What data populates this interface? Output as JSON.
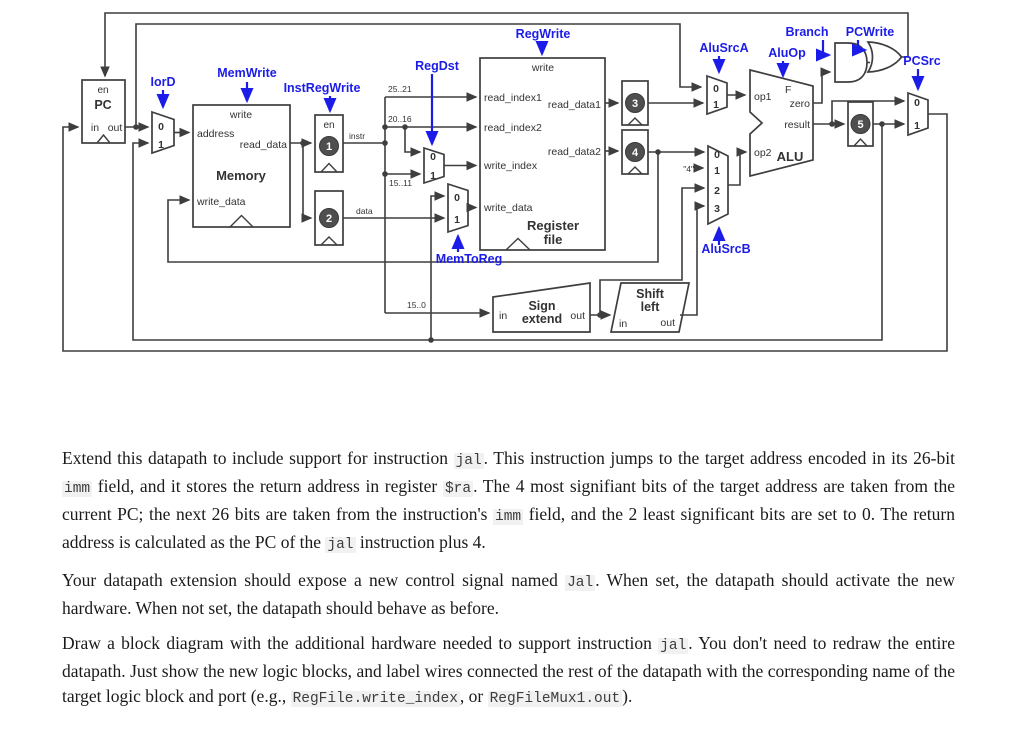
{
  "colors": {
    "control_blue": "#1c1ce8",
    "wire_gray": "#3e3e3e",
    "code_bg": "#f1f1f1"
  },
  "diagram": {
    "mux": {
      "n0": "0",
      "n1": "1",
      "n2": "2",
      "n3": "3"
    },
    "pc": {
      "en": "en",
      "title": "PC",
      "in": "in",
      "out": "out"
    },
    "ctrl": {
      "iord": "IorD",
      "memwrite": "MemWrite",
      "instregwrite": "InstRegWrite",
      "regdst": "RegDst",
      "regwrite": "RegWrite",
      "memtoreg": "MemToReg",
      "alusrca": "AluSrcA",
      "aluop": "AluOp",
      "alusrcb": "AluSrcB",
      "branch": "Branch",
      "pcwrite": "PCWrite",
      "pcsrc": "PCSrc"
    },
    "memory": {
      "write": "write",
      "address": "address",
      "read_data": "read_data",
      "title": "Memory",
      "write_data": "write_data"
    },
    "ir": {
      "en": "en",
      "out": "instr"
    },
    "mdr": {
      "out": "data"
    },
    "fields": {
      "rs": "25..21",
      "rt": "20..16",
      "rd": "15..11",
      "imm": "15..0"
    },
    "regfile": {
      "write": "write",
      "read_index1": "read_index1",
      "read_data1": "read_data1",
      "read_index2": "read_index2",
      "read_data2": "read_data2",
      "write_index": "write_index",
      "write_data": "write_data",
      "title1": "Register",
      "title2": "file"
    },
    "alu": {
      "op1": "op1",
      "f": "F",
      "zero": "zero",
      "result": "result",
      "op2": "op2",
      "title": "ALU"
    },
    "const4": "\"4\"",
    "regnum": {
      "r1": "1",
      "r2": "2",
      "r3": "3",
      "r4": "4",
      "r5": "5"
    },
    "signext": {
      "in": "in",
      "t1": "Sign",
      "t2": "extend",
      "out": "out"
    },
    "shiftleft": {
      "t1": "Shift",
      "t2": "left",
      "in": "in",
      "out": "out"
    }
  },
  "question": {
    "p1": [
      "Extend this datapath to include support for instruction ",
      "jal",
      ". This instruction jumps to the target address encoded in its 26-bit ",
      "imm",
      " field, and it stores the return address in register ",
      "$ra",
      ". The 4 most signifiant bits of the target address are taken from the current PC; the next 26 bits are taken from the instruction's ",
      "imm",
      " field, and the 2 least significant bits are set to 0. The return address is calculated as the PC of the ",
      "jal",
      " instruction plus 4."
    ],
    "p2": [
      "Your datapath extension should expose a new control signal named ",
      "Jal",
      ". When set, the datapath should activate the new hardware. When not set, the datapath should behave as before."
    ],
    "p3": [
      "Draw a block diagram with the additional hardware needed to support instruction ",
      "jal",
      ". You don't need to redraw the entire datapath. Just show the new logic blocks, and label wires connected the rest of the datapath with the corresponding name of the target logic block and port (e.g., ",
      "RegFile.write_index",
      ", or ",
      "RegFileMux1.out",
      ")."
    ]
  }
}
